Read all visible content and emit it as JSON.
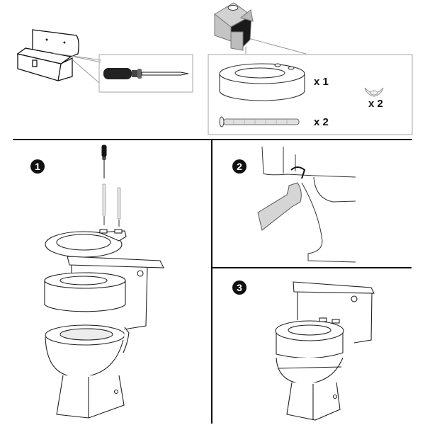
{
  "header": {
    "tools_panel": {
      "toolbox_icon": "toolbox-icon",
      "tool_icon": "screwdriver-icon"
    },
    "parts_panel": {
      "box_icon": "open-box-icon",
      "items": [
        {
          "name": "riser-ring",
          "icon": "riser-icon",
          "quantity": "x 1"
        },
        {
          "name": "bolt",
          "icon": "bolt-icon",
          "quantity": "x 2"
        },
        {
          "name": "wing-nut",
          "icon": "wing-nut-icon",
          "quantity": "x 2"
        }
      ]
    }
  },
  "steps": [
    {
      "number": "1",
      "description_icon": "install-bolts-illustration"
    },
    {
      "number": "2",
      "description_icon": "tighten-wing-nut-illustration"
    },
    {
      "number": "3",
      "description_icon": "finished-toilet-illustration"
    }
  ],
  "colors": {
    "line": "#111111",
    "frame_gray": "#b5b5b5",
    "fill_gray": "#d0d0d0",
    "box_gray": "#c8c8c8"
  }
}
